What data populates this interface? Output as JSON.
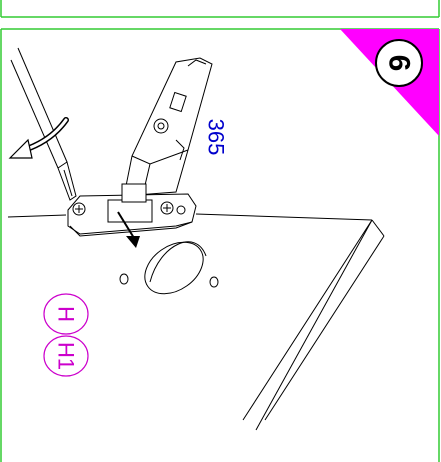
{
  "step": {
    "number": "6",
    "badge_color": "#ff00ff"
  },
  "part_code": {
    "text": "365",
    "color": "#0000cc"
  },
  "labels": [
    {
      "text": "H",
      "color": "#cc00cc"
    },
    {
      "text": "H1",
      "color": "#cc00cc"
    }
  ],
  "frame_color": "#33cc33"
}
